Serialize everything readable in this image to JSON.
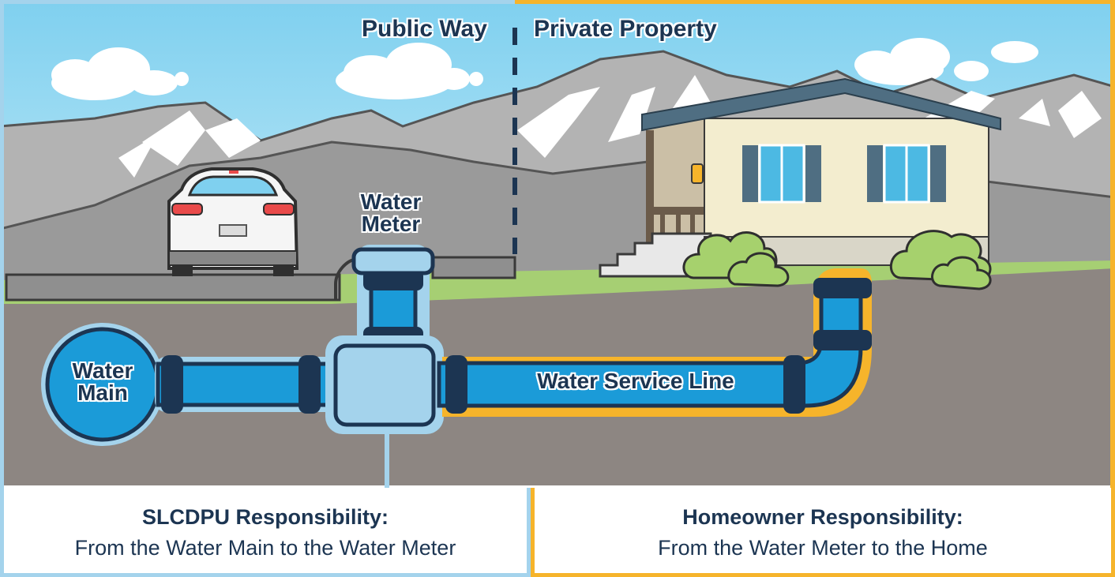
{
  "boundary": {
    "left_label": "Public Way",
    "right_label": "Private Property"
  },
  "labels": {
    "water_main": [
      "Water",
      "Main"
    ],
    "water_meter": [
      "Water",
      "Meter"
    ],
    "service_line": "Water Service Line"
  },
  "responsibility": {
    "utility": {
      "title": "SLCDPU Responsibility:",
      "description": "From the Water Main to the Water Meter"
    },
    "homeowner": {
      "title": "Homeowner Responsibility:",
      "description": "From the Water Meter to the Home"
    }
  },
  "colors": {
    "utility_border": "#a4d3ec",
    "homeowner_border": "#f6b42b",
    "pipe": "#1b9bd8",
    "text": "#1c3552"
  }
}
